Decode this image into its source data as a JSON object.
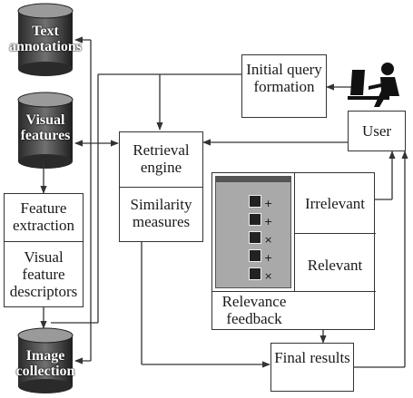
{
  "cylinders": {
    "text_annotations": "Text annotations",
    "visual_features": "Visual features",
    "image_collection": "Image collection"
  },
  "boxes": {
    "initial_query": "Initial query formation",
    "user": "User",
    "retrieval_engine": "Retrieval engine",
    "similarity_measures": "Similarity measures",
    "feature_extraction": "Feature extraction",
    "visual_feature_descriptors": "Visual feature descriptors",
    "irrelevant": "Irrelevant",
    "relevant": "Relevant",
    "relevance_feedback": "Relevance feedback",
    "final_results": "Final results"
  },
  "feedback_marks": [
    "+",
    "+",
    "×",
    "+",
    "×"
  ],
  "colors": {
    "cylinder_dark": "#1c1c1c",
    "cylinder_mid": "#6a6a6a",
    "line": "#333333"
  },
  "icons": [
    "user-at-computer-icon"
  ]
}
